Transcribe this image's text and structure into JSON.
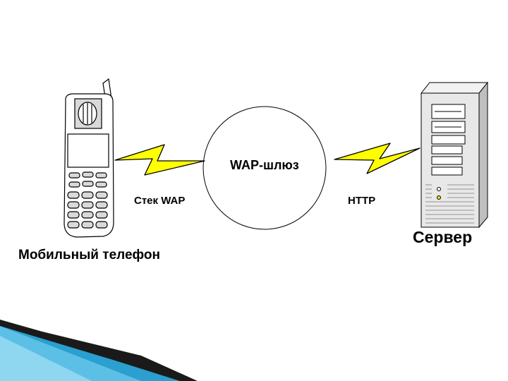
{
  "diagram": {
    "nodes": [
      {
        "id": "phone",
        "label": "Мобильный телефон",
        "icon": "mobile-phone-icon"
      },
      {
        "id": "gateway",
        "label": "WAP-шлюз",
        "icon": "gateway-circle"
      },
      {
        "id": "server",
        "label": "Сервер",
        "icon": "server-tower-icon"
      }
    ],
    "links": [
      {
        "from": "phone",
        "to": "gateway",
        "label": "Стек WAP",
        "icon": "lightning-bolt-icon"
      },
      {
        "from": "gateway",
        "to": "server",
        "label": "HTTP",
        "icon": "lightning-bolt-icon"
      }
    ]
  },
  "colors": {
    "bolt_fill": "#ffff00",
    "stroke": "#000000",
    "phone_screen": "#d9d9d9",
    "server_body": "#e8e8e8",
    "decor_dark": "#1a1a1a",
    "decor_blue": "#2a9fd0"
  }
}
